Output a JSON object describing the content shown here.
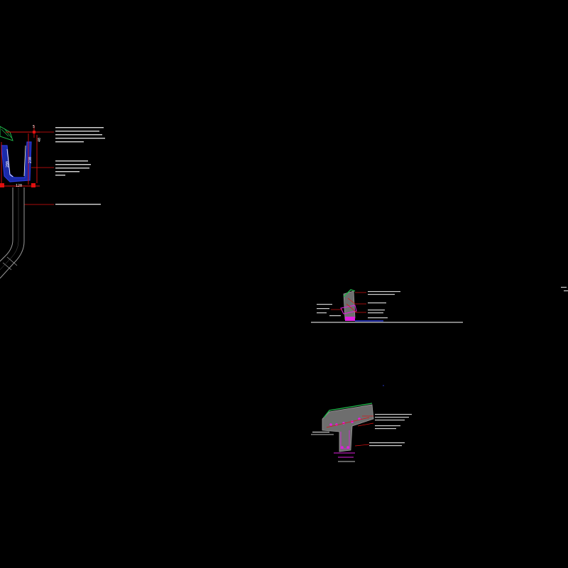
{
  "drawing": {
    "background": "#000000",
    "colors": {
      "white": "#ffffff",
      "red": "#e01010",
      "green": "#1fb84a",
      "magenta": "#e020e0",
      "blue": "#2a3ad8",
      "gray": "#8a8a8a",
      "fill_gray": "#6e6e6e"
    },
    "detail_a": {
      "dims": {
        "top": "5",
        "top_right": "40",
        "vertical_left": "200",
        "vertical_right": "230",
        "bottom": "120"
      }
    }
  }
}
